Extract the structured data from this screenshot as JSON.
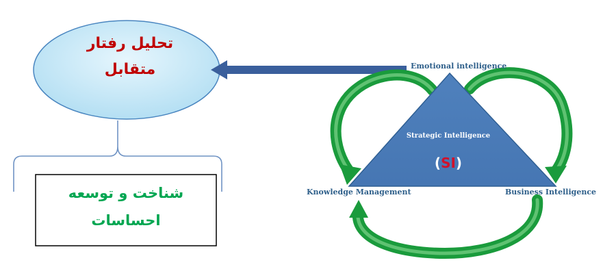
{
  "left_group": {
    "ellipse_title_line1": "تحلیل رفتار",
    "ellipse_title_line2": "متقابل",
    "box_text_line1": "شناخت و توسعه",
    "box_text_line2": "احساسات"
  },
  "triangle": {
    "top_label": "Emotional intelligence",
    "left_label": "Knowledge Management",
    "right_label": "Business Intelligence",
    "center_label": "Strategic Intelligence",
    "abbr_open": "(",
    "abbr": "SI",
    "abbr_close": ")"
  },
  "colors": {
    "ellipse_fill": "#c9e8f7",
    "ellipse_stroke": "#4a86c0",
    "triangle_fill": "#4f81bd",
    "triangle_stroke": "#2f5f93",
    "arrow_blue": "#3a5f9c",
    "cycle_green": "#1a9b3c",
    "brace": "#6f93c4",
    "title_red": "#c00000",
    "box_text_green": "#00a651"
  }
}
